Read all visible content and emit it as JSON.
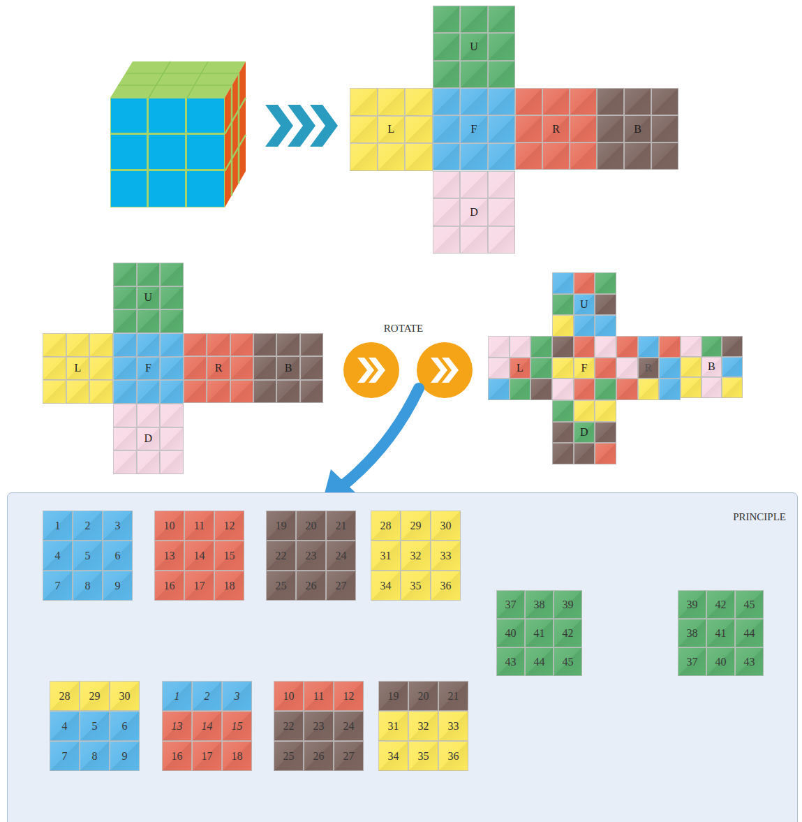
{
  "diagram": {
    "nodes": [
      {
        "text": [
          "U"
        ]
      },
      {
        "text": [
          "L"
        ]
      },
      {
        "text": [
          "F"
        ]
      },
      {
        "text": [
          "R"
        ]
      },
      {
        "text": [
          "B"
        ]
      },
      {
        "text": [
          "D"
        ]
      },
      {
        "text": [
          "U"
        ]
      },
      {
        "text": [
          "L"
        ]
      },
      {
        "text": [
          "F"
        ]
      },
      {
        "text": [
          "R"
        ]
      },
      {
        "text": [
          "B"
        ]
      },
      {
        "text": [
          "D"
        ]
      },
      {
        "text": [
          "U"
        ]
      },
      {
        "text": [
          "L"
        ]
      },
      {
        "text": [
          "F"
        ]
      },
      {
        "text": [
          "R"
        ]
      },
      {
        "text": [
          "B"
        ]
      },
      {
        "text": [
          "D"
        ]
      },
      {
        "text": [
          "PRINCIPLE"
        ]
      },
      {
        "text": [
          "1",
          "2",
          "3",
          "4",
          "5",
          "6",
          "7",
          "8",
          "9"
        ],
        "in": 18
      },
      {
        "text": [
          "10",
          "11",
          "12",
          "13",
          "14",
          "15",
          "16",
          "17",
          "18"
        ],
        "in": 18
      },
      {
        "text": [
          "19",
          "20",
          "21",
          "22",
          "23",
          "24",
          "25",
          "26",
          "27"
        ],
        "in": 18
      },
      {
        "text": [
          "28",
          "29",
          "30",
          "31",
          "32",
          "33",
          "34",
          "35",
          "36"
        ],
        "in": 18
      },
      {
        "text": [
          "37",
          "38",
          "39",
          "40",
          "41",
          "42",
          "43",
          "44",
          "45"
        ],
        "in": 18
      },
      {
        "text": [
          "39",
          "42",
          "45",
          "38",
          "41",
          "44",
          "37",
          "40",
          "43"
        ],
        "in": 18
      },
      {
        "text": [
          "28",
          "29",
          "30",
          "4",
          "5",
          "6",
          "7",
          "8",
          "9"
        ],
        "in": 18
      },
      {
        "text": [
          "1",
          "2",
          "3",
          "13",
          "14",
          "15",
          "16",
          "17",
          "18"
        ],
        "in": 18
      },
      {
        "text": [
          "10",
          "11",
          "12",
          "22",
          "23",
          "24",
          "25",
          "26",
          "27"
        ],
        "in": 18
      },
      {
        "text": [
          "19",
          "20",
          "21",
          "31",
          "32",
          "33",
          "34",
          "35",
          "36"
        ],
        "in": 18
      }
    ],
    "labels": [
      "ROTATE"
    ]
  }
}
